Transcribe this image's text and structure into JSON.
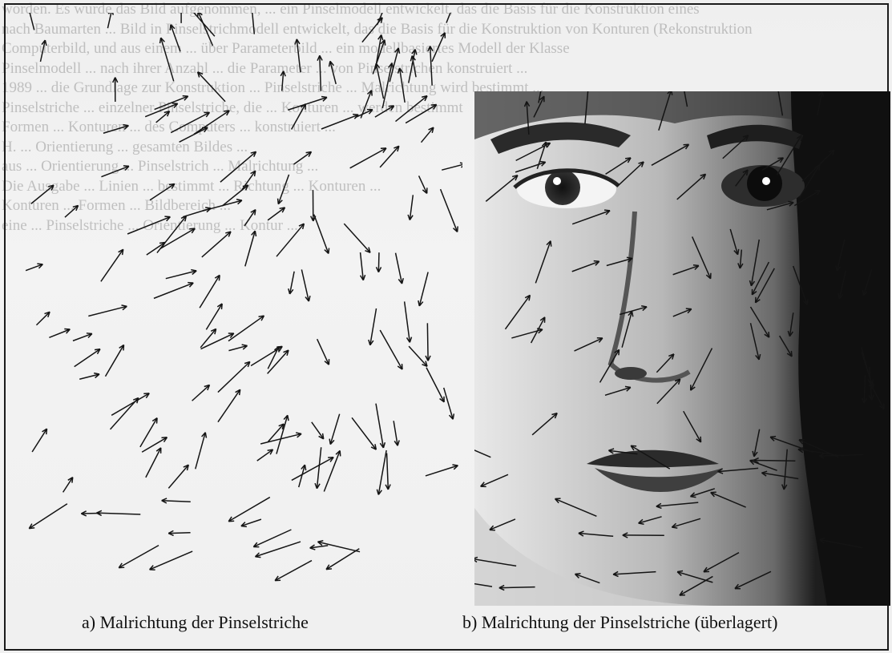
{
  "figure": {
    "caption_a": "a) Malrichtung der Pinselstriche",
    "caption_b": "b) Malrichtung der Pinselstriche (überlagert)"
  },
  "background_text": [
    "worden. Es wurde das Bild aufgenommen, ... ein Pinselmodell entwickelt, das die Basis für die Konstruktion eines",
    "nach Baumarten ... Bild in Pinselstrichmodell entwickelt, das die Basis für die Konstruktion von Konturen (Rekonstruktion",
    "Computerbild, und aus einem ... über Parameterbild ... ein modellbasiertes Modell der Klasse",
    "Pinselmodell ... nach ihrer Anzahl ... die Parameter ... von Pinselstrichen konstruiert ... ",
    "1989 ... die Grundlage zur Konstruktion ... Pinselstriche ... Malrichtung wird bestimmt ...",
    "Pinselstriche ... einzelner Pinselstriche, die ... Konturen ... werden bestimmt",
    "Formen ... Konturen ... des Computers ... konstruiert ... ",
    "H. ... Orientierung ... gesamten Bildes ... ",
    "aus ... Orientierung ... Pinselstrich ... Malrichtung ... ",
    "Die Ausgabe ... Linien ... bestimmt ... Richtung ... Konturen ... ",
    "Konturen ... Formen ... Bildbereich ... ",
    "eine ... Pinselstriche ... Orientierung ... Kontur ... "
  ],
  "colors": {
    "frame": "#1b1b1b",
    "arrow": "#141414",
    "paper": "#f2f2f2"
  }
}
